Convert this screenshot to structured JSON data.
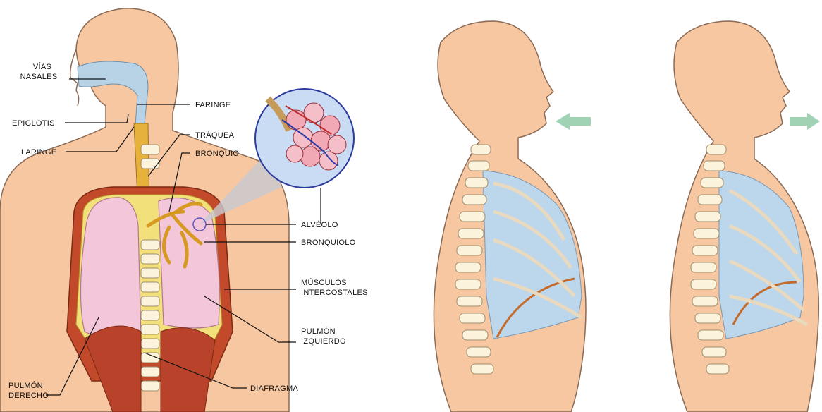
{
  "labels": {
    "vias_nasales": [
      "VÍAS",
      "NASALES"
    ],
    "epiglotis": "EPIGLOTIS",
    "laringe": "LARINGE",
    "faringe": "FARINGE",
    "traquea": "TRÁQUEA",
    "bronquio": "BRONQUIO",
    "alveolo": "ALVÉOLO",
    "bronquiolo": "BRONQUIOLO",
    "musculos_intercostales": [
      "MÚSCULOS",
      "INTERCOSTALES"
    ],
    "pulmon_izquierdo": [
      "PULMÓN",
      "IZQUIERDO"
    ],
    "pulmon_derecho": [
      "PULMÓN",
      "DERECHO"
    ],
    "diafragma": "DIAFRAGMA"
  },
  "colors": {
    "skin": "#f6c7a1",
    "skin_outline": "#8a6a55",
    "airway": "#b9d3e6",
    "lung": "#f3c6d9",
    "rib_muscle": "#c24a2a",
    "bone": "#fbf3dc",
    "bronchi": "#e7b23c",
    "thorax": "#bcd7ec",
    "arrow": "#9fd3b4",
    "diaphragm": "#c46a2b"
  },
  "icons": {
    "inhale_arrow": "arrow-left-icon",
    "exhale_arrow": "arrow-right-icon"
  }
}
